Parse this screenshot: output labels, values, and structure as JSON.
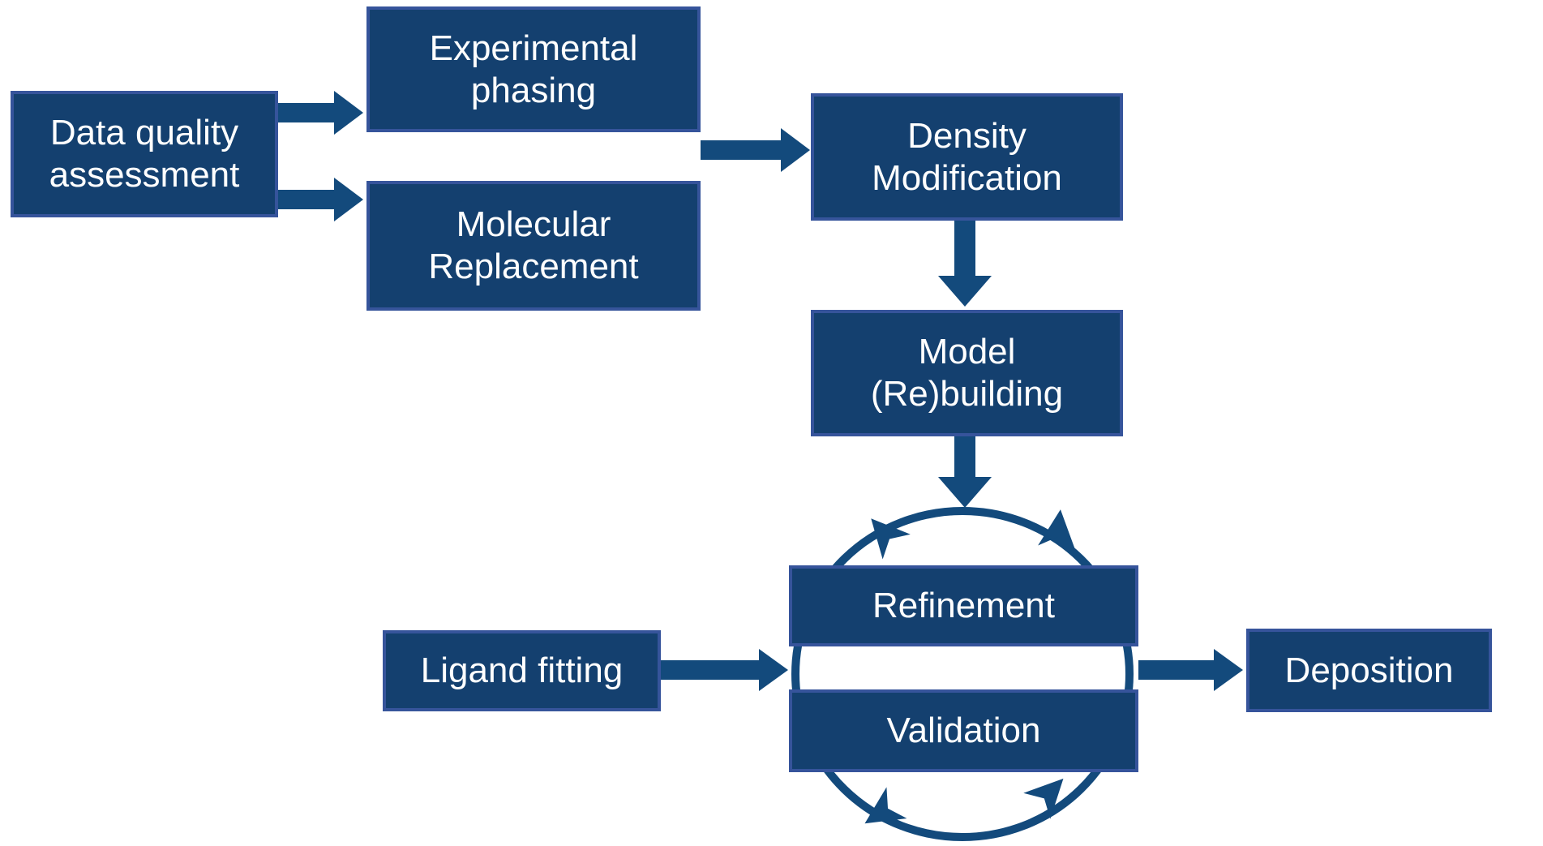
{
  "diagram": {
    "background": "#ffffff",
    "colors": {
      "box_fill": "#14406F",
      "box_border": "#36549B",
      "arrow": "#134A7C",
      "text": "#ffffff"
    },
    "nodes": {
      "data_quality": "Data quality assessment",
      "experimental_phasing": "Experimental phasing",
      "molecular_replacement": "Molecular Replacement",
      "density_modification": "Density Modification",
      "model_rebuilding": "Model (Re)building",
      "refinement": "Refinement",
      "validation": "Validation",
      "ligand_fitting": "Ligand fitting",
      "deposition": "Deposition"
    },
    "edges": [
      {
        "from": "data_quality",
        "to": "experimental_phasing"
      },
      {
        "from": "data_quality",
        "to": "molecular_replacement"
      },
      {
        "from": "experimental_phasing_or_molecular_replacement",
        "to": "density_modification"
      },
      {
        "from": "density_modification",
        "to": "model_rebuilding"
      },
      {
        "from": "model_rebuilding",
        "to": "refinement_validation_cycle"
      },
      {
        "from": "ligand_fitting",
        "to": "refinement_validation_cycle"
      },
      {
        "from": "refinement_validation_cycle",
        "to": "deposition"
      }
    ],
    "cycle": {
      "members": [
        "refinement",
        "validation"
      ],
      "arrowheads": 4
    }
  }
}
